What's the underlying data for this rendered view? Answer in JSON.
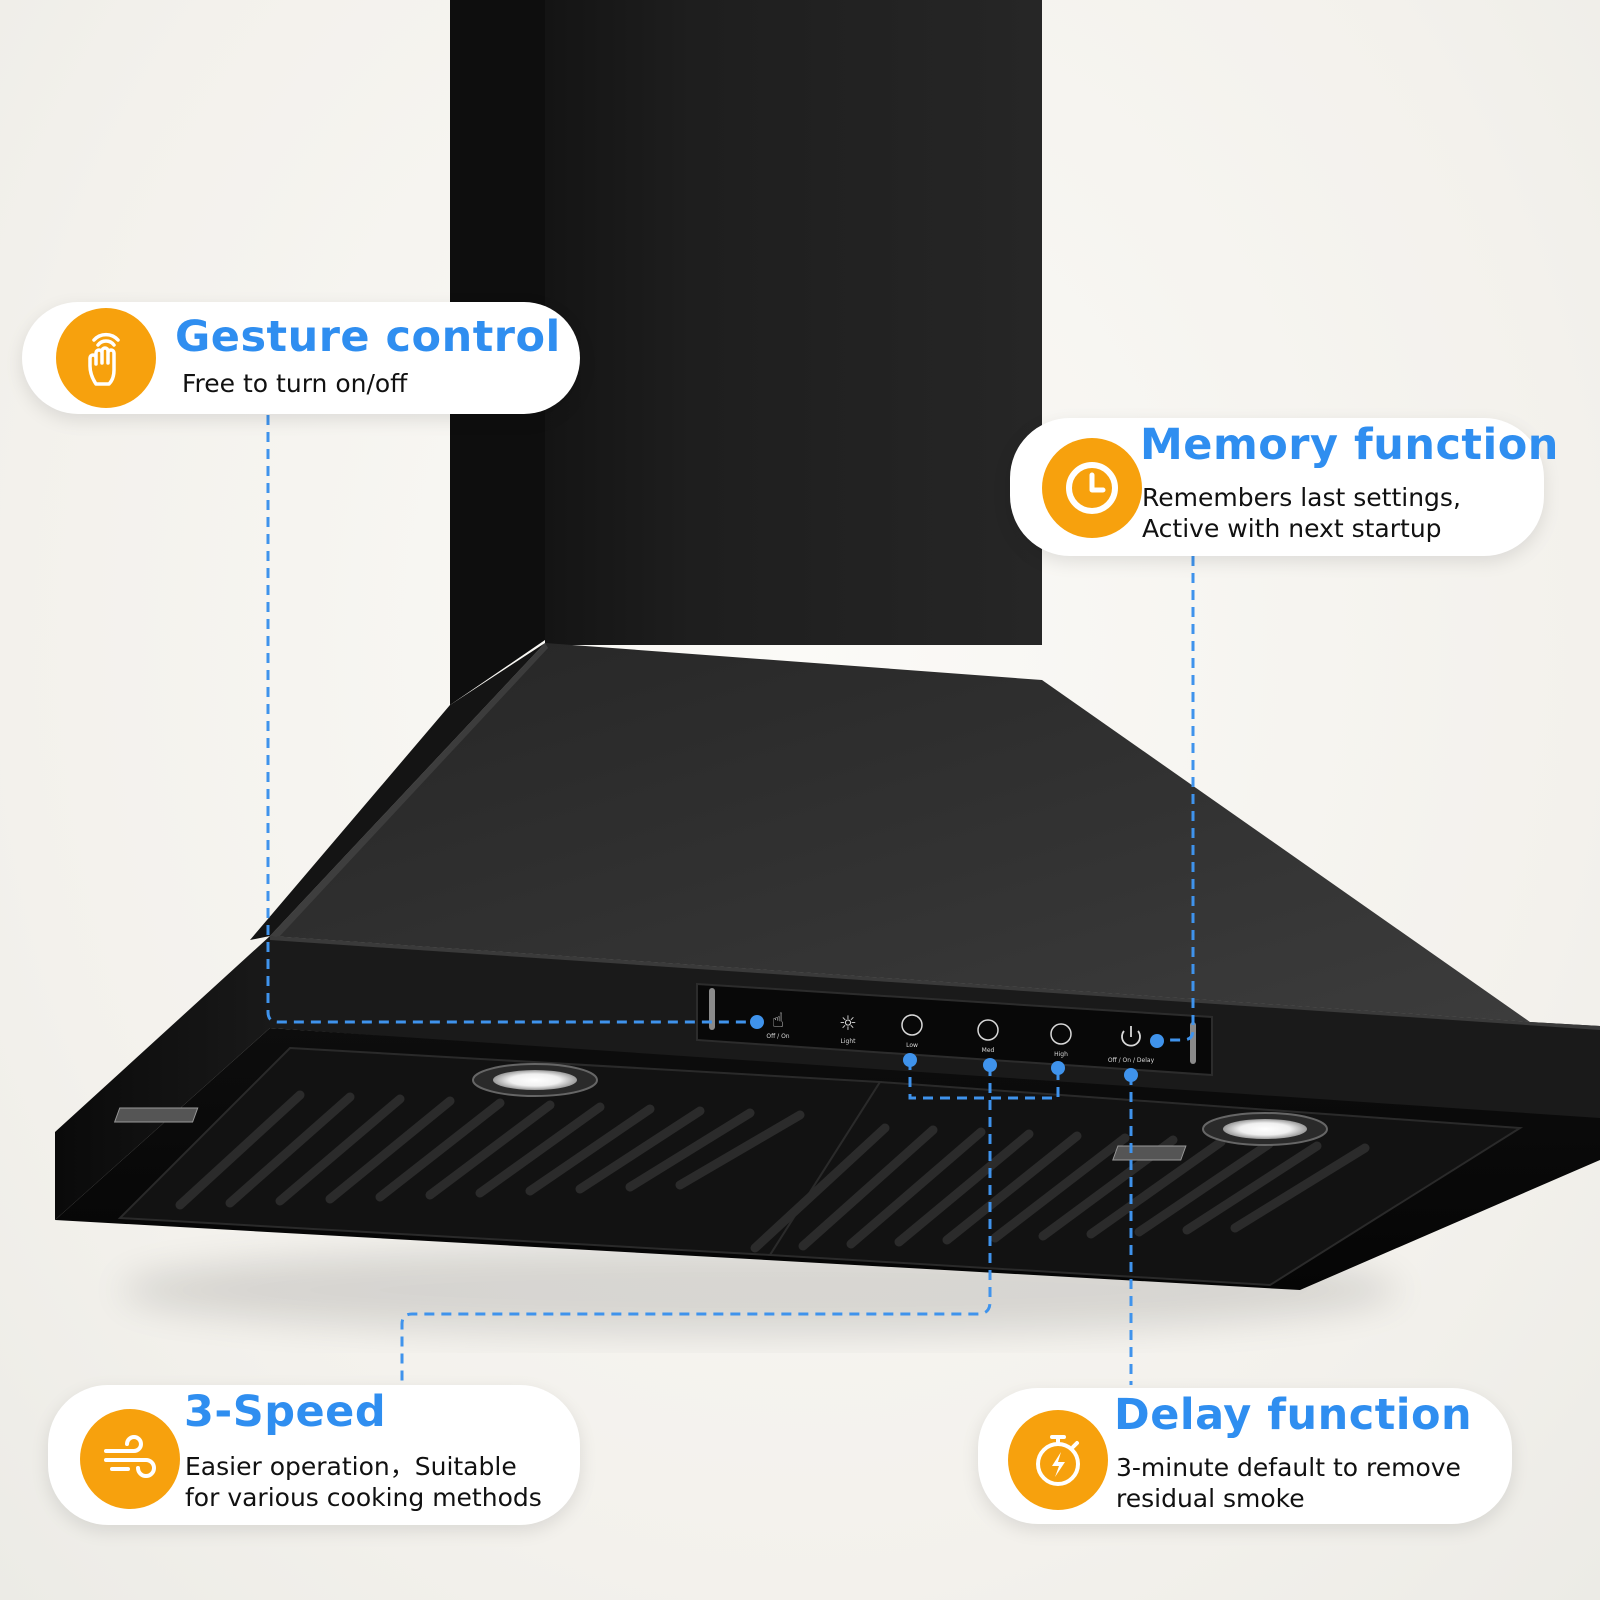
{
  "colors": {
    "accent_blue": "#2f8ef0",
    "badge_orange": "#f7a10d",
    "hood_black": "#1c1c1c",
    "background": "#f3f1ec"
  },
  "product": {
    "control_panel_labels": {
      "gesture": "Off / On",
      "light": "Light",
      "low": "Low",
      "med": "Med",
      "high": "High",
      "power": "Off / On / Delay"
    }
  },
  "callouts": {
    "gesture": {
      "icon": "hand-gesture-icon",
      "title": "Gesture control",
      "lines": [
        "Free to turn on/off"
      ]
    },
    "memory": {
      "icon": "clock-icon",
      "title": "Memory function",
      "lines": [
        "Remembers last settings,",
        "Active with next startup"
      ]
    },
    "speed": {
      "icon": "wind-icon",
      "title": "3-Speed",
      "lines": [
        "Easier operation，Suitable",
        "for various cooking methods"
      ]
    },
    "delay": {
      "icon": "stopwatch-icon",
      "title": "Delay function",
      "lines": [
        "3-minute default to remove",
        "residual smoke"
      ]
    }
  }
}
